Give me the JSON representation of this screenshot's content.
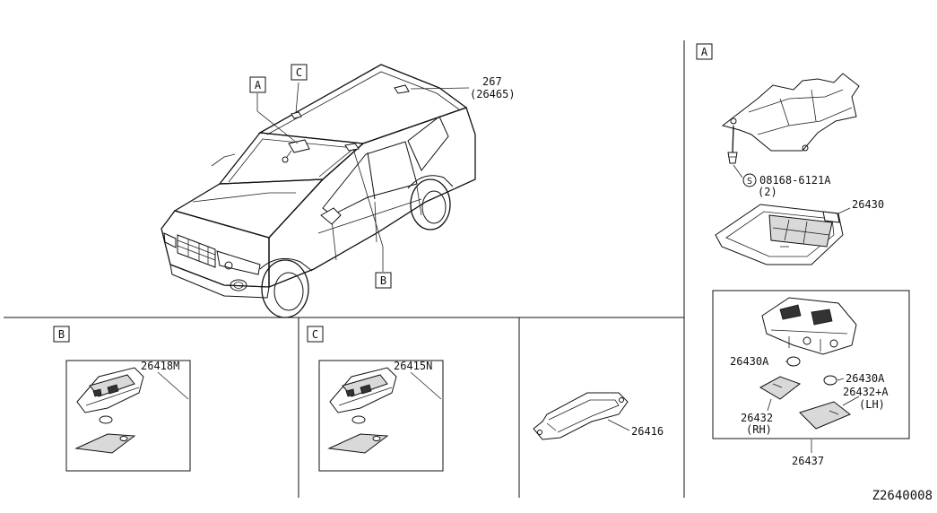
{
  "diagram": {
    "doc_number": "Z2640008",
    "callouts": {
      "A": "A",
      "B": "B",
      "C": "C"
    },
    "sections": {
      "A": "A",
      "B": "B",
      "C": "C"
    },
    "part_labels": {
      "p267": "267",
      "p267_sub": "(26465)",
      "p26418m": "26418M",
      "p26415n": "26415N",
      "p26416": "26416",
      "p08168": "08168-6121A",
      "p08168_qty": "(2)",
      "bolt_symbol": "S",
      "p26430": "26430",
      "p26430a_left": "26430A",
      "p26430a_right": "26430A",
      "p26432": "26432",
      "p26432_sub": "(RH)",
      "p26432a": "26432+A",
      "p26432a_sub": "(LH)",
      "p26437": "26437"
    }
  }
}
